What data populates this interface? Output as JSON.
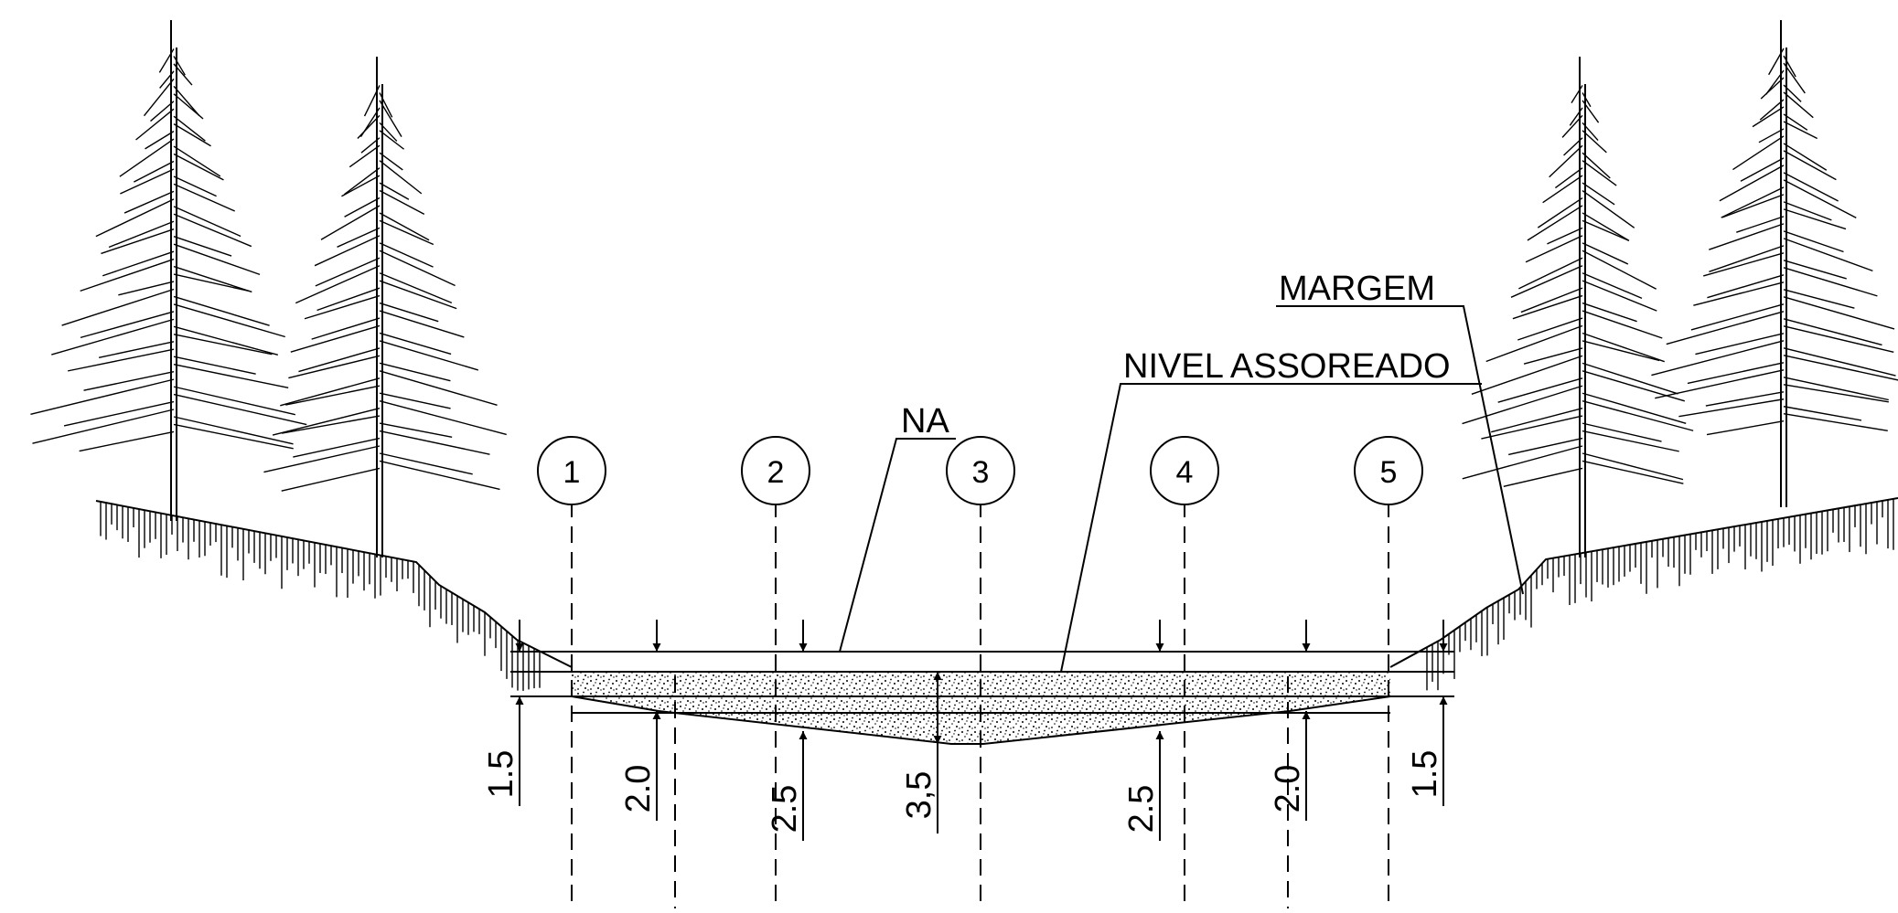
{
  "labels": {
    "margem": "MARGEM",
    "nivel_assoreado": "NIVEL ASSOREADO",
    "na": "NA"
  },
  "stations": [
    "1",
    "2",
    "3",
    "4",
    "5"
  ],
  "depths": [
    "1.5",
    "2.0",
    "2.5",
    "3,5",
    "2.5",
    "2.0",
    "1.5"
  ],
  "colors": {
    "line": "#000000",
    "background": "#ffffff"
  }
}
